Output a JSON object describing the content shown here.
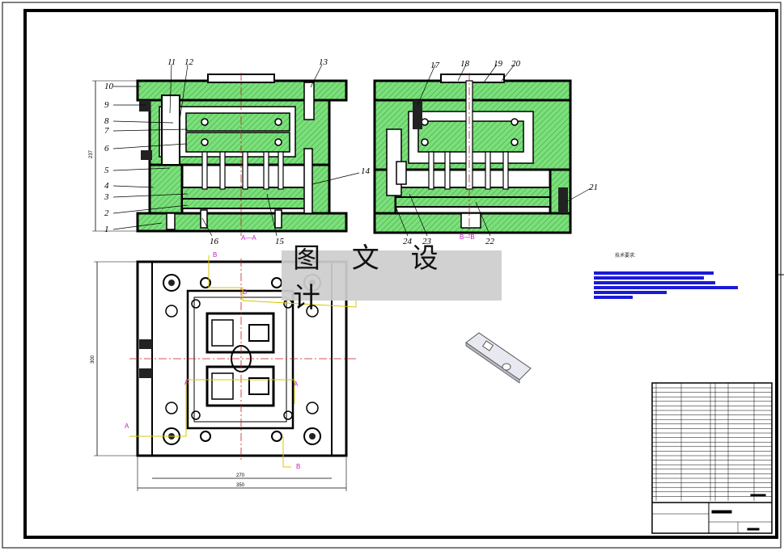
{
  "watermark": "图 文 设 计",
  "technical_requirements_title": "技术要求:",
  "sections": {
    "aa": "A—A",
    "bb": "B—B",
    "a": "A",
    "b": "B"
  },
  "dimensions": {
    "top_height": "237",
    "plan_height": "300",
    "plan_width_inner": "270",
    "plan_width_outer": "350"
  },
  "callouts": [
    "1",
    "2",
    "3",
    "4",
    "5",
    "6",
    "7",
    "8",
    "9",
    "10",
    "11",
    "12",
    "13",
    "14",
    "15",
    "16",
    "17",
    "18",
    "19",
    "20",
    "21",
    "22",
    "23",
    "24"
  ],
  "colors": {
    "frame": "#000000",
    "hatch_fill": "#7be07b",
    "text_bar": "#1a1ad9",
    "section_mark": "#c020c0",
    "leader_yellow": "#d8c800"
  }
}
